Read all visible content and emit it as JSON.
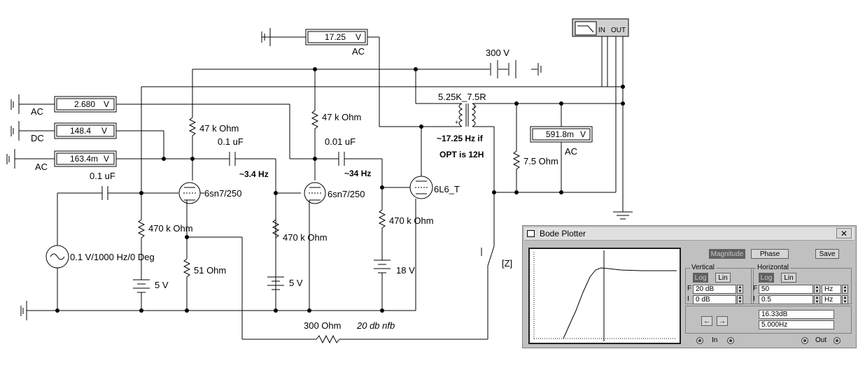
{
  "voltmeters": {
    "out": {
      "value": "17.25",
      "unit": "V",
      "mode": "AC"
    },
    "m1": {
      "value": "2.680",
      "unit": "V",
      "mode": "AC"
    },
    "m2": {
      "value": "148.4",
      "unit": "V",
      "mode": "DC"
    },
    "m3": {
      "value": "163.4m",
      "unit": "V",
      "mode": "AC"
    },
    "load": {
      "value": "591.8m",
      "unit": "V",
      "mode": "AC"
    }
  },
  "components": {
    "supply": "300 V",
    "transformer": "5.25K_7.5R",
    "opt_note1": "~17.25 Hz if",
    "opt_note2": "OPT is 12H",
    "r_plate1": "47 k Ohm",
    "r_plate2": "47 k Ohm",
    "c_couple1": "0.1 uF",
    "c_couple2": "0.01 uF",
    "f_corner1": "~3.4 Hz",
    "f_corner2": "~34 Hz",
    "c_input": "0.1 uF",
    "tube1": "6sn7/250",
    "tube2": "6sn7/250",
    "tube3": "6L6_T",
    "r_grid1": "470 k Ohm",
    "r_grid2": "470 k Ohm",
    "r_grid3": "470 k Ohm",
    "r_load": "7.5  Ohm",
    "source": "0.1 V/1000 Hz/0 Deg",
    "r_cathode": "51  Ohm",
    "bat1": "5 V",
    "bat2": "5 V",
    "bat3": "18 V",
    "r_fb": "300  Ohm",
    "fb_note": "20 db nfb",
    "switch_key": "[Z]"
  },
  "bode_icon": {
    "in": "IN",
    "out": "OUT"
  },
  "bode": {
    "title": "Bode Plotter",
    "close": "✕",
    "magnitude": "Magnitude",
    "phase": "Phase",
    "save": "Save",
    "vertical": {
      "label": "Vertical",
      "log": "Log",
      "lin": "Lin",
      "f_label": "F",
      "f_value": "20 dB",
      "i_label": "I",
      "i_value": "0 dB"
    },
    "horizontal": {
      "label": "Horizontal",
      "log": "Log",
      "lin": "Lin",
      "f_label": "F",
      "f_value": "50",
      "f_unit": "Hz",
      "i_label": "I",
      "i_value": "0.5",
      "i_unit": "Hz"
    },
    "left_arrow": "←",
    "right_arrow": "→",
    "readout_db": "16.33dB",
    "readout_hz": "5.000Hz",
    "in_label": "In",
    "out_label": "Out"
  }
}
